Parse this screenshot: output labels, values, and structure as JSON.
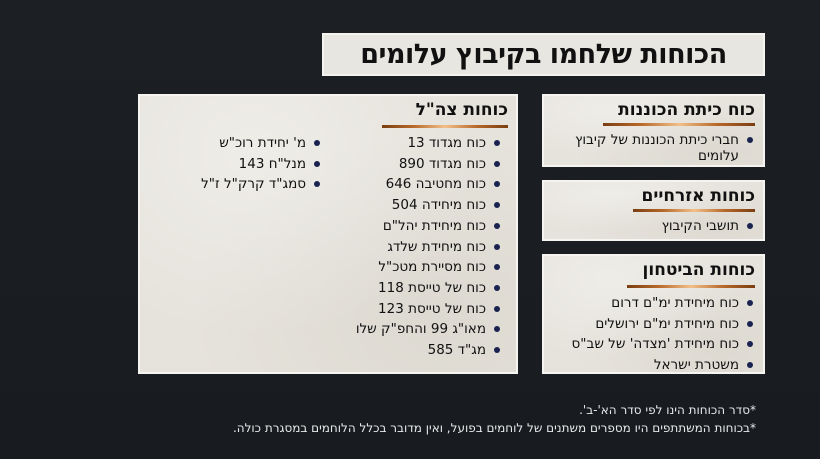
{
  "title": "הכוחות שלחמו בקיבוץ עלומים",
  "colors": {
    "background": "#1a1e22",
    "paper": "#e6e3dc",
    "bullet": "#1a2350",
    "underline": [
      "#7a3e12",
      "#f2c08a"
    ]
  },
  "boxes": {
    "idf": {
      "title": "כוחות צה\"ל",
      "col1": [
        "כוח מגדוד 13",
        "כוח מגדוד 890",
        "כוח מחטיבה 646",
        "כוח מיחידה 504",
        "כוח מיחידת יהל\"ם",
        "כוח מיחידת שלדג",
        "כוח מסיירת מטכ\"ל",
        "כוח של טייסת 118",
        "כוח של טייסת 123",
        "מאו\"ג 99 והחפ\"ק שלו",
        "מג\"ד 585"
      ],
      "col2": [
        "מ' יחידת רוכ\"ש",
        "מנל\"ח 143",
        "סמג\"ד קרק\"ל ז\"ל"
      ]
    },
    "standby": {
      "title": "כוח כיתת הכוננות",
      "items": [
        "חברי כיתת הכוננות של קיבוץ עלומים"
      ]
    },
    "civilian": {
      "title": "כוחות אזרחיים",
      "items": [
        "תושבי הקיבוץ"
      ]
    },
    "security": {
      "title": "כוחות הביטחון",
      "items": [
        "כוח מיחידת ימ\"ם דרום",
        "כוח מיחידת ימ\"ם ירושלים",
        "כוח מיחידת 'מצדה' של שב\"ס",
        "משטרת ישראל"
      ]
    }
  },
  "notes": [
    "*סדר הכוחות הינו לפי סדר הא'-ב'.",
    "*בכוחות המשתתפים היו מספרים משתנים של לוחמים בפועל, ואין מדובר בכלל הלוחמים במסגרת כולה."
  ]
}
